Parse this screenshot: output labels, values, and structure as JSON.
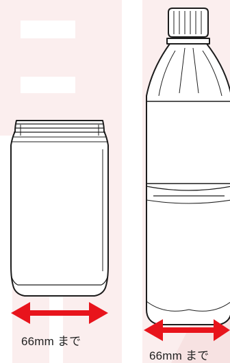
{
  "colors": {
    "background": "#ffffff",
    "watermark": "#fbeeee",
    "arrow": "#e8141c",
    "outline": "#1c1c1c",
    "text": "#222222"
  },
  "items": [
    {
      "name": "can",
      "icon": "can-icon",
      "width_label": "66mm まで"
    },
    {
      "name": "bottle",
      "icon": "plastic-bottle-icon",
      "width_label": "66mm まで"
    }
  ]
}
